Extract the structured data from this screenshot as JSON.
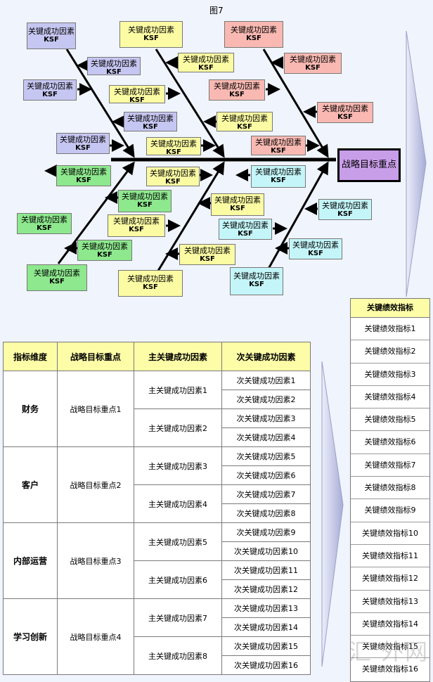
{
  "figure_title": "图7",
  "goal_label": "战略目标重点",
  "ksf": {
    "title": "关键成功因素",
    "sub": "KSF"
  },
  "table": {
    "headers": [
      "指标维度",
      "战略目标重点",
      "主关键成功因素",
      "次关键成功因素"
    ],
    "dimensions": [
      {
        "name": "财务",
        "goal": "战略目标重点1",
        "primary": [
          {
            "name": "主关键成功因素1",
            "secondary": [
              "次关键成功因素1",
              "次关键成功因素2"
            ]
          },
          {
            "name": "主关键成功因素2",
            "secondary": [
              "次关键成功因素3",
              "次关键成功因素4"
            ]
          }
        ]
      },
      {
        "name": "客户",
        "goal": "战略目标重点2",
        "primary": [
          {
            "name": "主关键成功因素3",
            "secondary": [
              "次关键成功因素5",
              "次关键成功因素6"
            ]
          },
          {
            "name": "主关键成功因素4",
            "secondary": [
              "次关键成功因素7",
              "次关键成功因素8"
            ]
          }
        ]
      },
      {
        "name": "内部运营",
        "goal": "战略目标重点3",
        "primary": [
          {
            "name": "主关键成功因素5",
            "secondary": [
              "次关键成功因素9",
              "次关键成功因素10"
            ]
          },
          {
            "name": "主关键成功因素6",
            "secondary": [
              "次关键成功因素11",
              "次关键成功因素12"
            ]
          }
        ]
      },
      {
        "name": "学习创新",
        "goal": "战略目标重点4",
        "primary": [
          {
            "name": "主关键成功因素7",
            "secondary": [
              "次关键成功因素13",
              "次关键成功因素14"
            ]
          },
          {
            "name": "主关键成功因素8",
            "secondary": [
              "次关键成功因素15",
              "次关键成功因素16"
            ]
          }
        ]
      }
    ]
  },
  "kpi": {
    "header": "关键绩效指标",
    "items": [
      "关键绩效指标1",
      "关键绩效指标2",
      "关键绩效指标3",
      "关键绩效指标4",
      "关键绩效指标5",
      "关键绩效指标6",
      "关键绩效指标7",
      "关键绩效指标8",
      "关键绩效指标9",
      "关键绩效指标10",
      "关键绩效指标11",
      "关键绩效指标12",
      "关键绩效指标13",
      "关键绩效指标14",
      "关键绩效指标15",
      "关键绩效指标16"
    ]
  },
  "watermark": "汇 外网",
  "colors": {
    "blue": "#c6c6f2",
    "yellow": "#fbfba4",
    "pink": "#f9b9b2",
    "green": "#8ee88e",
    "cyan": "#c4f6f9",
    "goal": "#c99ee9",
    "header": "#fdfda8"
  }
}
